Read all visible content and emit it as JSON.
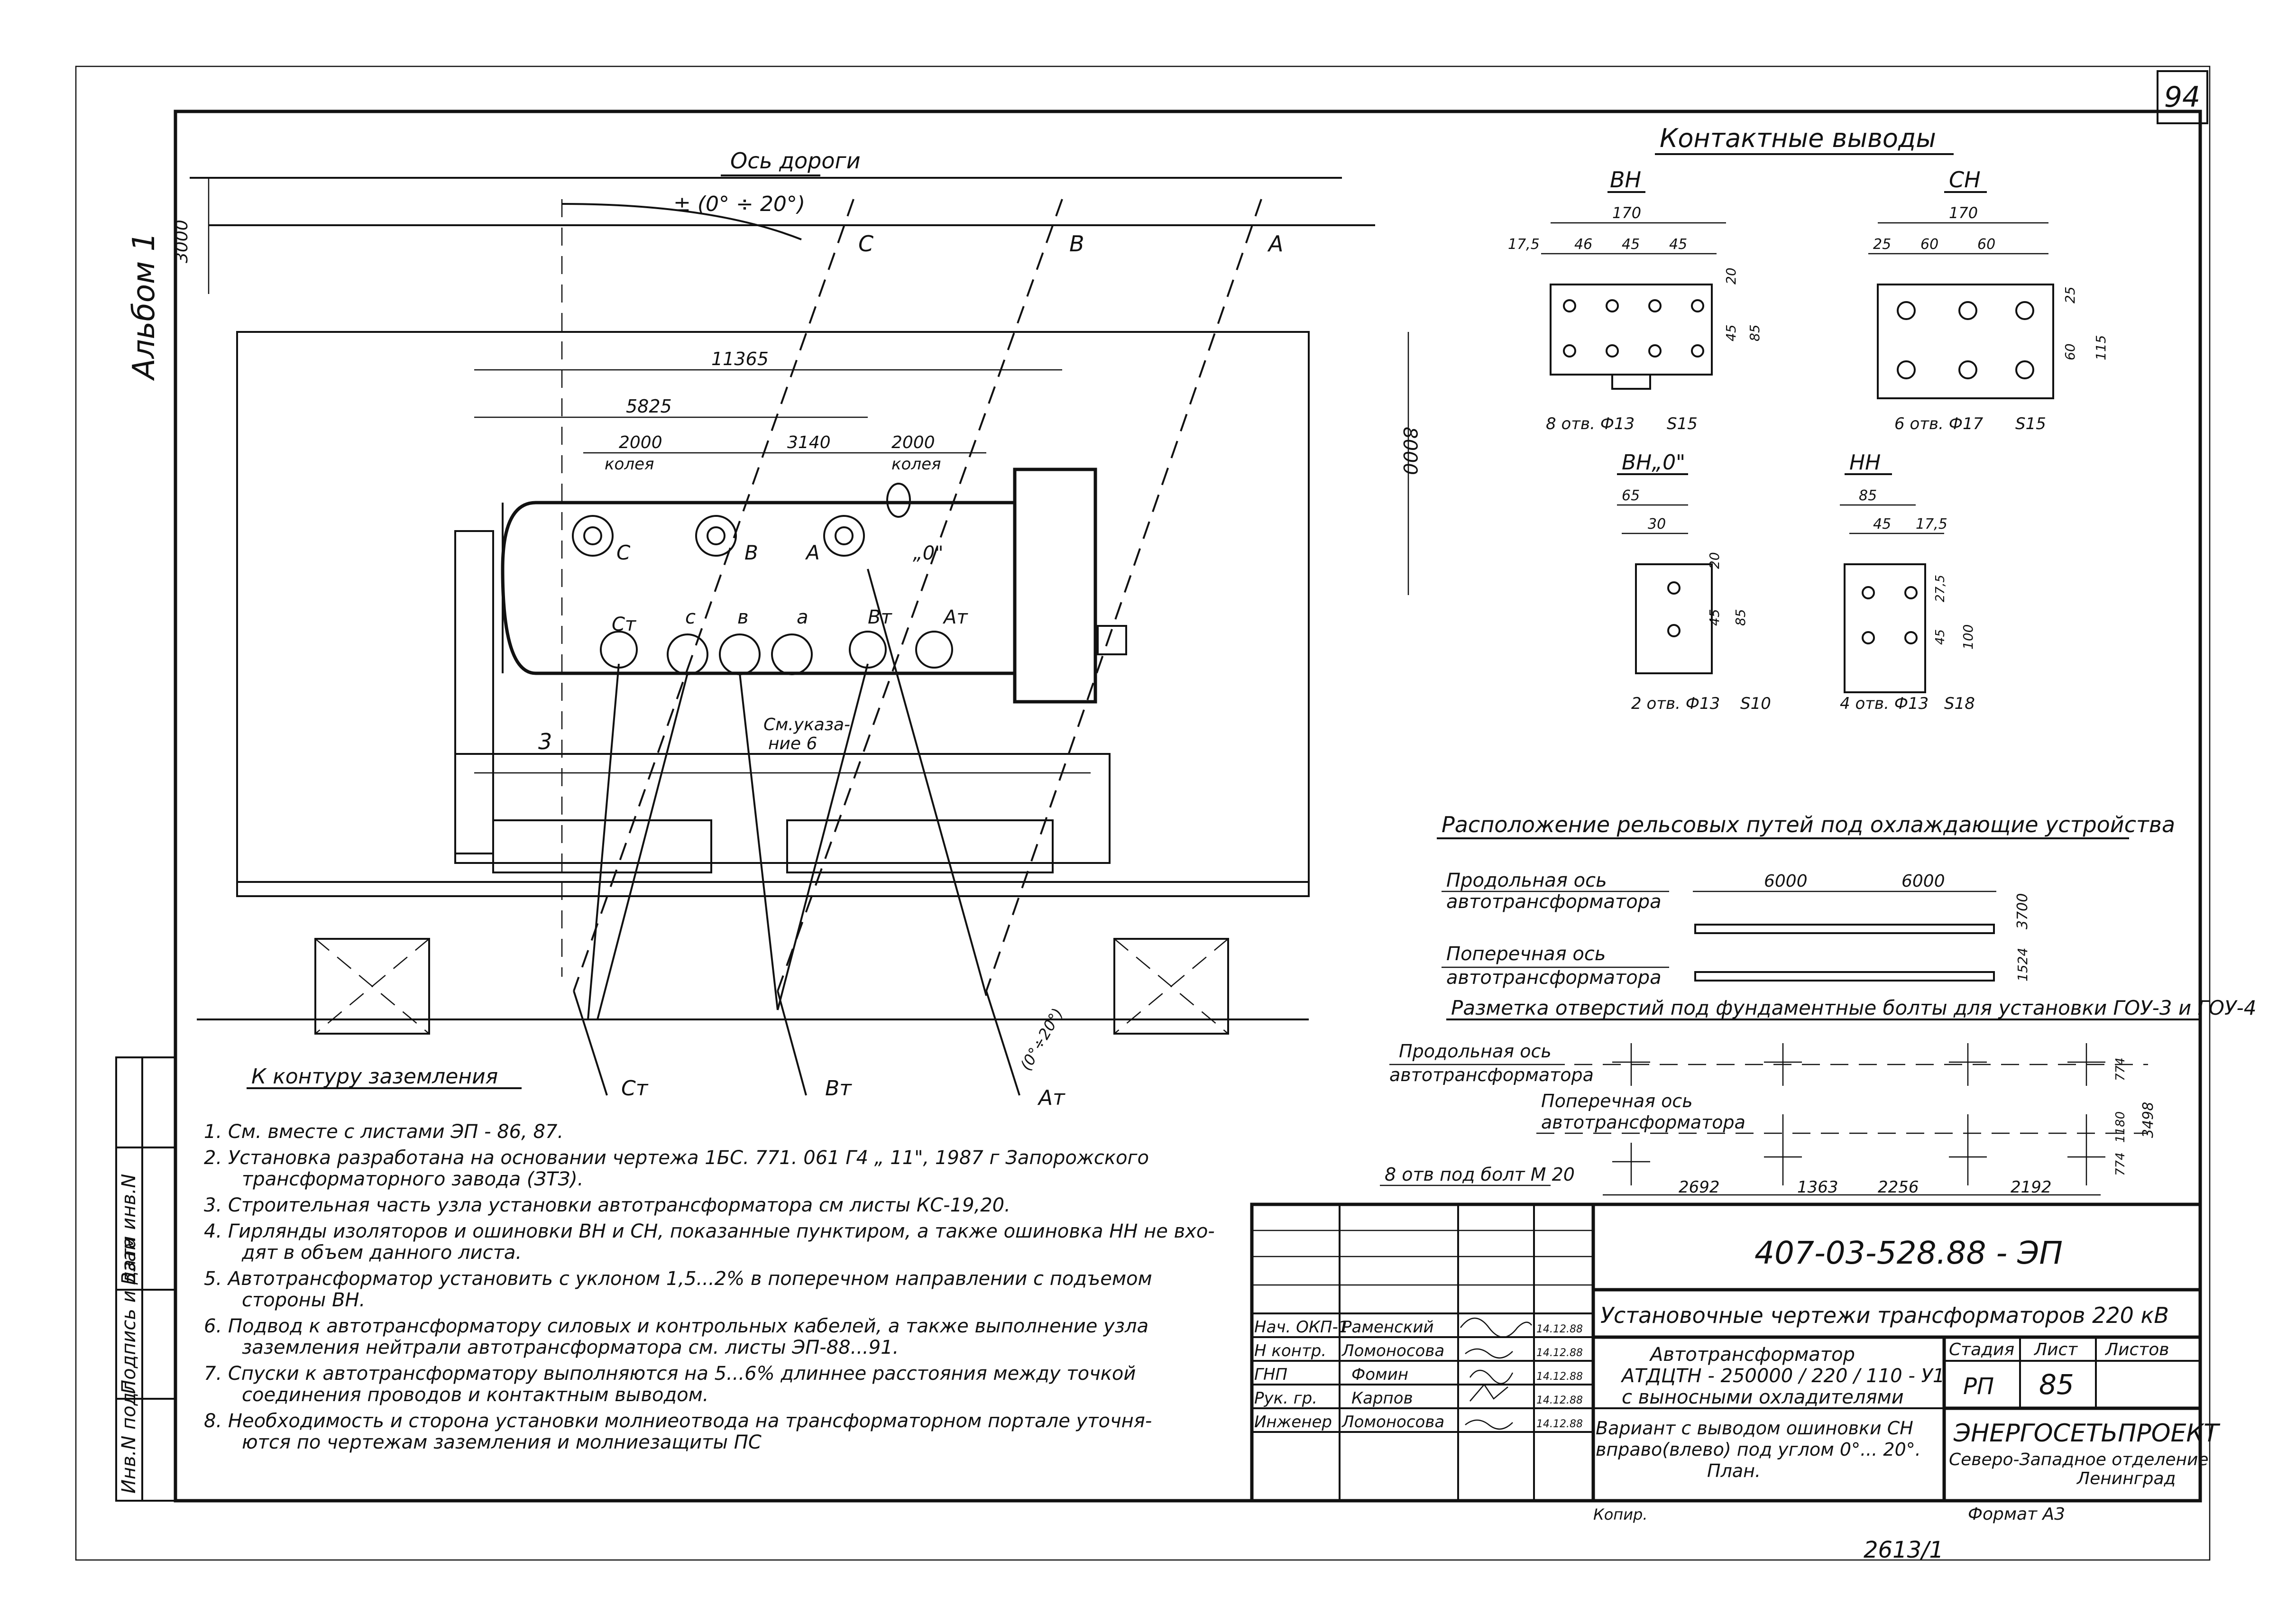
{
  "sheet": {
    "page_number": "94",
    "album": "Альбом 1",
    "bottom_mark": "2613/1"
  },
  "plan": {
    "road_axis": "Ось дороги",
    "angle_label": "± (0° ÷ 20°)",
    "dim_3000": "3000",
    "dim_8000": "8000",
    "dim_11365": "11365",
    "dim_5825": "5825",
    "dim_2000_left": "2000",
    "dim_3140": "3140",
    "dim_2000_right": "2000",
    "gauge_label_left": "колея",
    "gauge_label_right": "колея",
    "phase_C": "С",
    "phase_B": "В",
    "phase_A": "А",
    "bushing_C": "С",
    "bushing_B": "В",
    "bushing_A": "А",
    "bushing_0": "„0\"",
    "bushing_Cm": "Ст",
    "bushing_c": "с",
    "bushing_b": "в",
    "bushing_a": "а",
    "bushing_Bm": "Вт",
    "bushing_Am": "Ат",
    "note_ref": "См.указа-",
    "note_ref_2": "ние 6",
    "pos_3": "3",
    "ground": "К контуру заземления",
    "out_Cm": "Ст",
    "out_Bm": "Вт",
    "out_Am": "Ат",
    "angle_small": "(0°÷20°)"
  },
  "contacts": {
    "title": "Контактные выводы",
    "vn": {
      "label": "ВН",
      "w": "170",
      "d1": "17,5",
      "d2": "46",
      "d3": "45",
      "d4": "45",
      "v1": "20",
      "v2": "45",
      "v3": "85",
      "holes": "8 отв. Ф13",
      "s": "S15"
    },
    "sn": {
      "label": "СН",
      "w": "170",
      "d1": "25",
      "d2": "60",
      "d3": "60",
      "v1": "25",
      "v2": "60",
      "v3": "115",
      "holes": "6 отв. Ф17",
      "s": "S15"
    },
    "vn0": {
      "label": "ВН„0\"",
      "w": "65",
      "d1": "30",
      "v1": "20",
      "v2": "45",
      "v3": "85",
      "holes": "2 отв. Ф13",
      "s": "S10"
    },
    "nn": {
      "label": "НН",
      "w": "85",
      "d1": "45",
      "d2": "17,5",
      "v1": "27,5",
      "v2": "45",
      "v3": "100",
      "holes": "4 отв. Ф13",
      "s": "S18"
    }
  },
  "rails": {
    "title": "Расположение рельсовых путей под охлаждающие устройства",
    "long_axis_1": "Продольная ось",
    "long_axis_2": "автотрансформатора",
    "cross_axis_1": "Поперечная ось",
    "cross_axis_2": "автотрансформатора",
    "d1": "6000",
    "d2": "6000",
    "d3": "3700",
    "d4": "1524"
  },
  "bolts": {
    "title": "Разметка отверстий под фундаментные болты для установки ГОУ-3 и ГОУ-4",
    "long_axis_1": "Продольная ось",
    "long_axis_2": "автотрансформатора",
    "cross_axis_1": "Поперечная ось",
    "cross_axis_2": "автотрансформатора",
    "holes": "8 отв под болт М 20",
    "d1": "2692",
    "d2": "1363",
    "d3": "2256",
    "d4": "2192",
    "v1": "774",
    "v2": "1180",
    "v3": "774",
    "v4": "3498"
  },
  "notes": [
    "1. См. вместе с листами ЭП - 86, 87.",
    "2. Установка разработана на основании чертежа 1БС. 771. 061 Г4 „ 11\", 1987 г Запорожского",
    "трансформаторного завода (ЗТЗ).",
    "3. Строительная часть узла установки автотрансформатора см листы КС-19,20.",
    "4. Гирлянды изоляторов и ошиновки ВН и СН, показанные пунктиром, а также ошиновка НН не вхо-",
    "дят в объем данного листа.",
    "5. Автотрансформатор установить с уклоном 1,5...2% в поперечном направлении с подъемом",
    "стороны ВН.",
    "6. Подвод к автотрансформатору силовых и контрольных кабелей, а также выполнение узла",
    "заземления нейтрали автотрансформатора см. листы ЭП-88...91.",
    "7. Спуски к автотрансформатору выполняются на 5...6% длиннее расстояния между точкой",
    "соединения проводов и контактным выводом.",
    "8. Необходимость и сторона установки молниеотвода на трансформаторном портале уточня-",
    "ются по чертежам заземления и молниезащиты ПС"
  ],
  "side_stamp": [
    "Инв.N подл",
    "Подпись и дата",
    "Взам инв.N"
  ],
  "title_block": {
    "doc_code": "407-03-528.88 - ЭП",
    "title": "Установочные чертежи трансформаторов 220 кВ",
    "object_1": "Автотрансформатор",
    "object_2": "АТДЦТН - 250000 / 220 / 110 - У1",
    "object_3": "с выносными охладителями",
    "variant_1": "Вариант с выводом ошиновки СН",
    "variant_2": "вправо(влево) под углом 0°... 20°.",
    "variant_3": "План.",
    "stage_h": "Стадия",
    "sheet_h": "Лист",
    "sheets_h": "Листов",
    "stage": "РП",
    "sheet": "85",
    "org_1": "ЭНЕРГОСЕТЬПРОЕКТ",
    "org_2": "Северо-Западное отделение",
    "org_3": "Ленинград",
    "copied": "Копир.",
    "format": "Формат А3",
    "staff": [
      {
        "role": "Нач. ОКП-1",
        "name": "Раменский",
        "date": "14.12.88"
      },
      {
        "role": "Н контр.",
        "name": "Ломоносова",
        "date": "14.12.88"
      },
      {
        "role": "ГНП",
        "name": "Фомин",
        "date": "14.12.88"
      },
      {
        "role": "Рук. гр.",
        "name": "Карпов",
        "date": "14.12.88"
      },
      {
        "role": "Инженер",
        "name": "Ломоносова",
        "date": "14.12.88"
      }
    ]
  }
}
